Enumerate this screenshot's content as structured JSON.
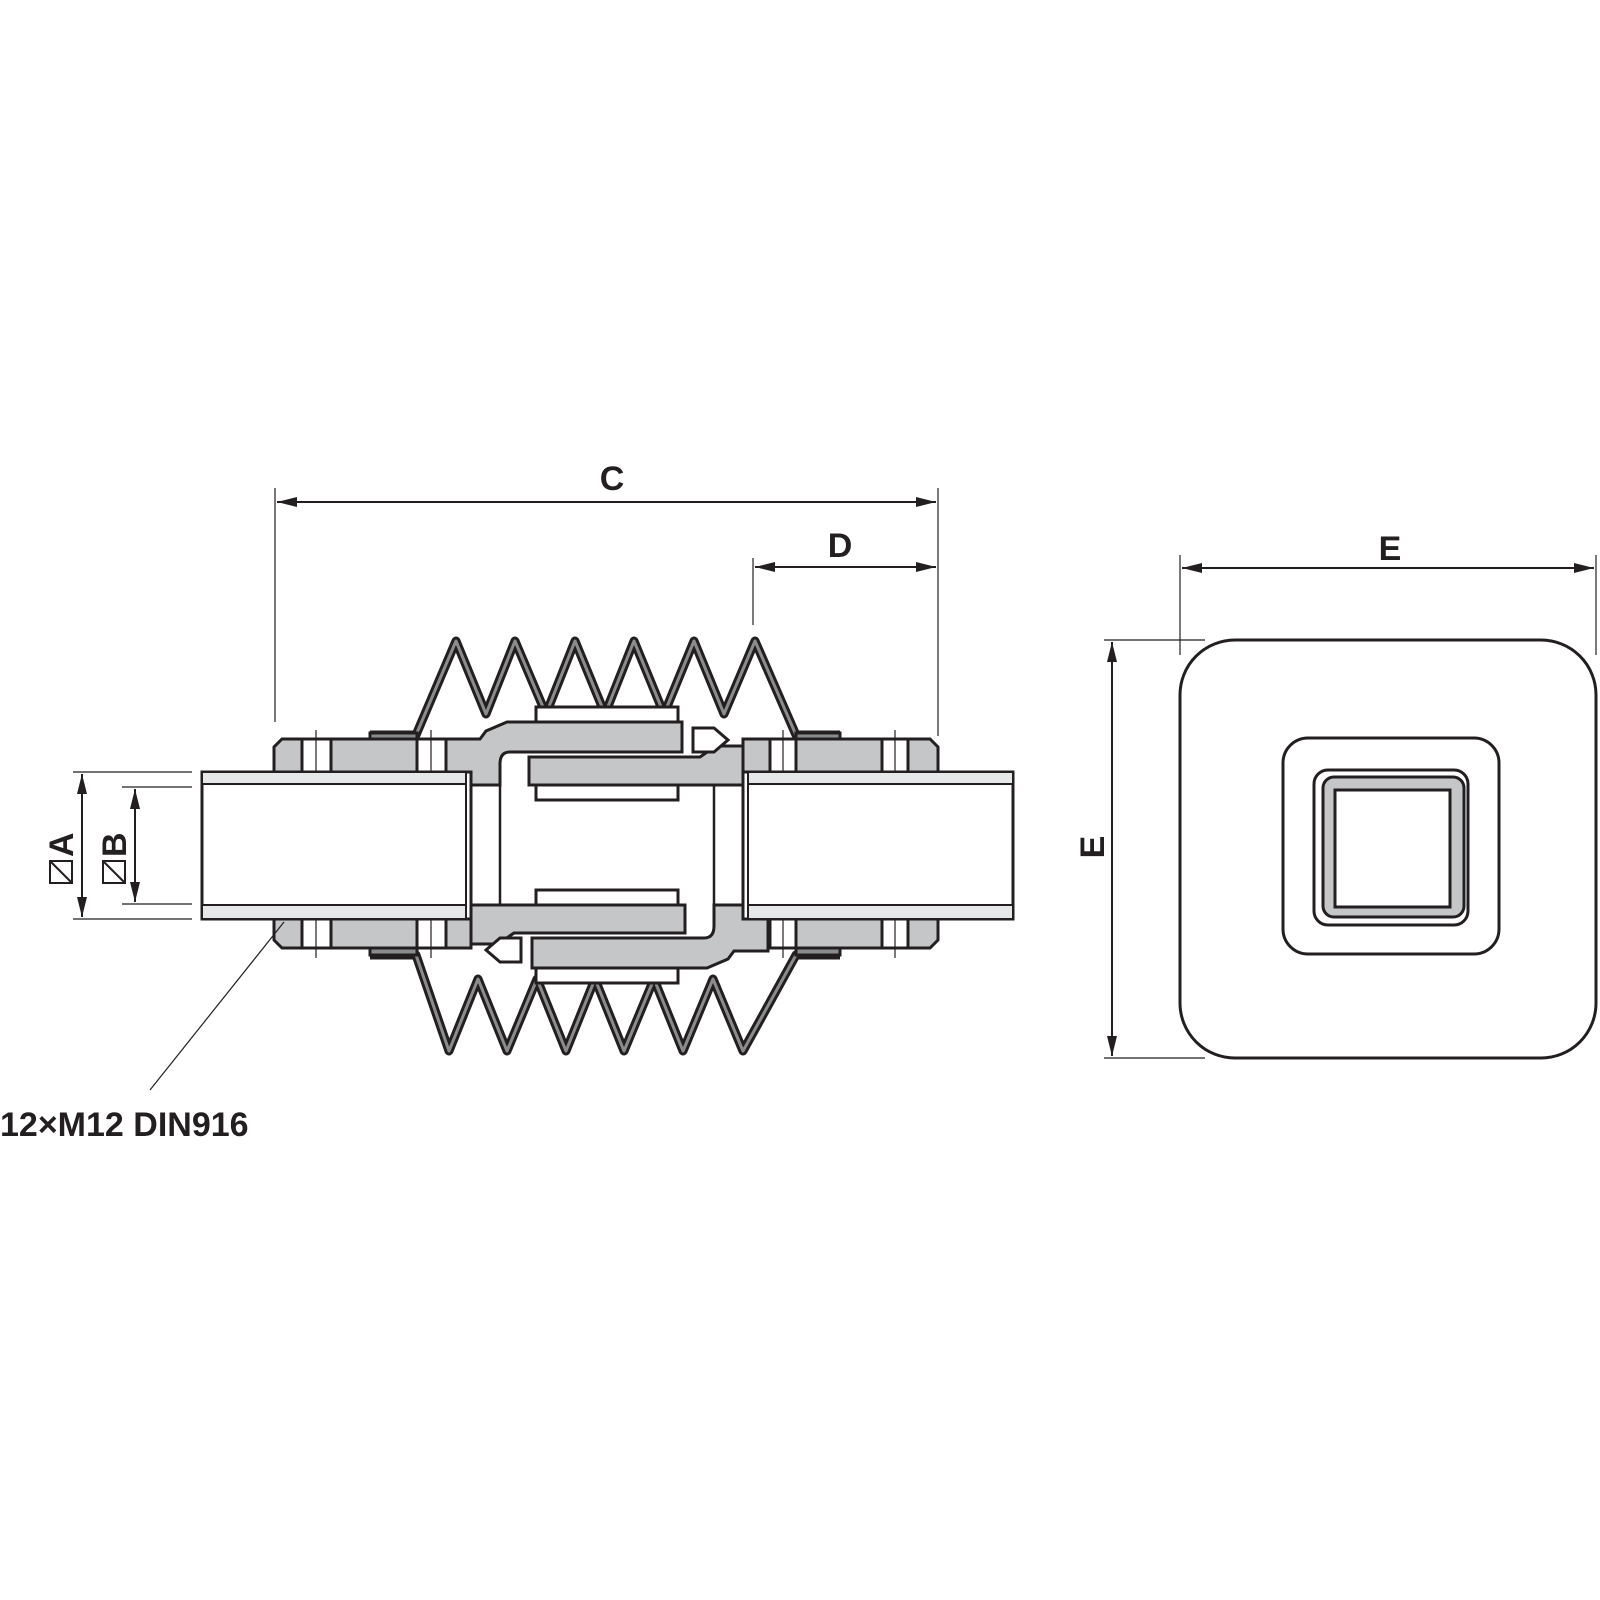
{
  "drawing": {
    "title_labels": {
      "A": "A",
      "B": "B",
      "C": "C",
      "D": "D",
      "E_horizontal": "E",
      "E_vertical": "E"
    },
    "square_symbol": "square-section-icon",
    "callout": "12×M12 DIN916",
    "colors": {
      "line": "#231f20",
      "fill": "#c4c6c8",
      "background": "#ffffff"
    }
  }
}
